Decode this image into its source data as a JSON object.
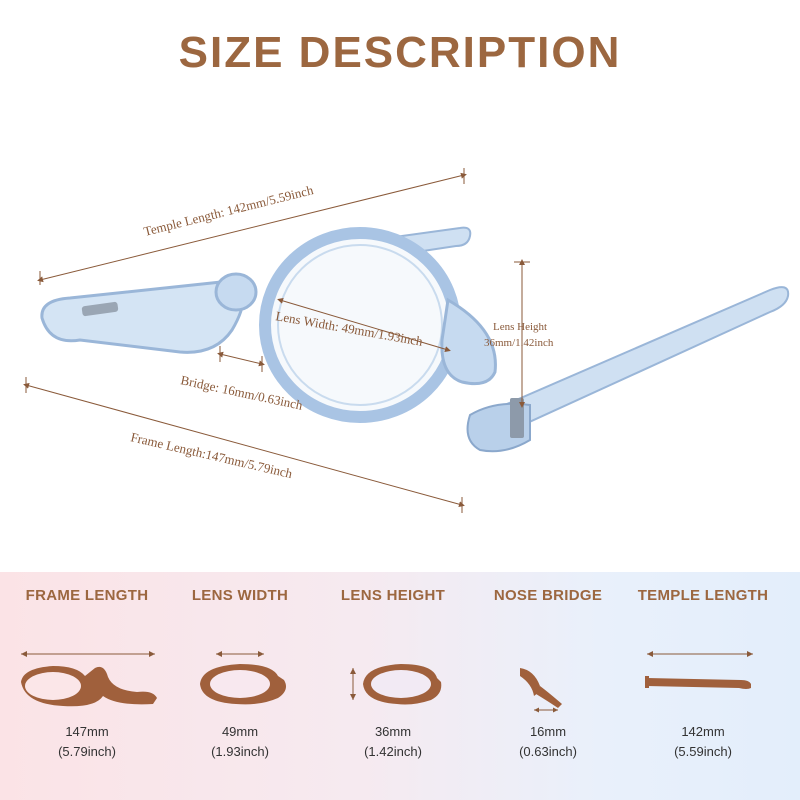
{
  "title": "SIZE DESCRIPTION",
  "dimension_labels": {
    "temple": "Temple Length: 142mm/5.59inch",
    "lens_width": "Lens Width: 49mm/1.93inch",
    "lens_height_title": "Lens Height",
    "lens_height_value": "36mm/1.42inch",
    "bridge": "Bridge: 16mm/0.63inch",
    "frame": "Frame Length:147mm/5.79inch"
  },
  "specs": [
    {
      "title": "FRAME LENGTH",
      "mm": "147mm",
      "inch": "(5.79inch)"
    },
    {
      "title": "LENS WIDTH",
      "mm": "49mm",
      "inch": "(1.93inch)"
    },
    {
      "title": "LENS HEIGHT",
      "mm": "36mm",
      "inch": "(1.42inch)"
    },
    {
      "title": "NOSE BRIDGE",
      "mm": "16mm",
      "inch": "(0.63inch)"
    },
    {
      "title": "TEMPLE LENGTH",
      "mm": "142mm",
      "inch": "(5.59inch)"
    }
  ],
  "colors": {
    "accent": "#9c6740",
    "frame_blue": "#a9c4e4",
    "icon_brown": "#a0603c"
  }
}
